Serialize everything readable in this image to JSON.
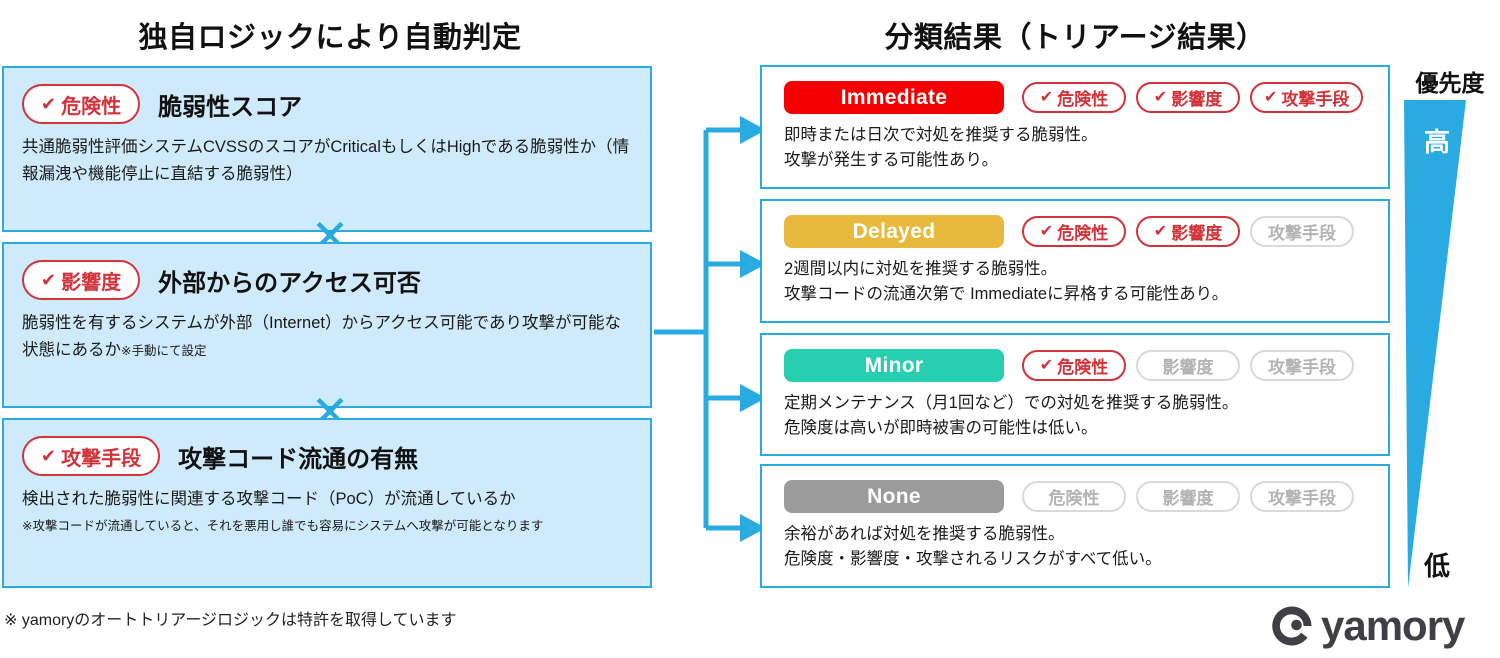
{
  "headings": {
    "left": "独自ロジックにより自動判定",
    "right": "分類結果（トリアージ結果）"
  },
  "criteria": [
    {
      "badge_label": "危険性",
      "badge_check": "✔",
      "name": "脆弱性スコア",
      "description": "共通脆弱性評価システムCVSSのスコアがCriticalもしくはHighである脆弱性か（情報漏洩や機能停止に直結する脆弱性）",
      "subnote": ""
    },
    {
      "badge_label": "影響度",
      "badge_check": "✔",
      "name": "外部からのアクセス可否",
      "description": "脆弱性を有するシステムが外部（Internet）からアクセス可能であり攻撃が可能な状態にあるか",
      "inline_note": "※手動にて設定",
      "subnote": ""
    },
    {
      "badge_label": "攻撃手段",
      "badge_check": "✔",
      "name": "攻撃コード流通の有無",
      "description": "検出された脆弱性に関連する攻撃コード（PoC）が流通しているか",
      "subnote": "※攻撃コードが流通していると、それを悪用し誰でも容易にシステムへ攻撃が可能となります"
    }
  ],
  "operators": [
    "✕",
    "✕"
  ],
  "footnote": "※ yamoryのオートトリアージロジックは特許を取得しています",
  "results": [
    {
      "severity": "Immediate",
      "severity_color": "#f40000",
      "tags": [
        {
          "label": "危険性",
          "check": "✔",
          "active": true
        },
        {
          "label": "影響度",
          "check": "✔",
          "active": true
        },
        {
          "label": "攻撃手段",
          "check": "✔",
          "active": true
        }
      ],
      "description_line1": "即時または日次で対処を推奨する脆弱性。",
      "description_line2": "攻撃が発生する可能性あり。"
    },
    {
      "severity": "Delayed",
      "severity_color": "#e8b93c",
      "tags": [
        {
          "label": "危険性",
          "check": "✔",
          "active": true
        },
        {
          "label": "影響度",
          "check": "✔",
          "active": true
        },
        {
          "label": "攻撃手段",
          "check": "",
          "active": false
        }
      ],
      "description_line1": "2週間以内に対処を推奨する脆弱性。",
      "description_line2": "攻撃コードの流通次第で Immediateに昇格する可能性あり。"
    },
    {
      "severity": "Minor",
      "severity_color": "#25cfb0",
      "tags": [
        {
          "label": "危険性",
          "check": "✔",
          "active": true
        },
        {
          "label": "影響度",
          "check": "",
          "active": false
        },
        {
          "label": "攻撃手段",
          "check": "",
          "active": false
        }
      ],
      "description_line1": "定期メンテナンス（月1回など）での対処を推奨する脆弱性。",
      "description_line2": "危険度は高いが即時被害の可能性は低い。"
    },
    {
      "severity": "None",
      "severity_color": "#9b9b9b",
      "tags": [
        {
          "label": "危険性",
          "check": "",
          "active": false
        },
        {
          "label": "影響度",
          "check": "",
          "active": false
        },
        {
          "label": "攻撃手段",
          "check": "",
          "active": false
        }
      ],
      "description_line1": "余裕があれば対処を推奨する脆弱性。",
      "description_line2": "危険度・影響度・攻撃されるリスクがすべて低い。"
    }
  ],
  "priority": {
    "label": "優先度",
    "high": "高",
    "low": "低",
    "color": "#29abe2"
  },
  "brand": {
    "name": "yamory",
    "color": "#3f3f45"
  },
  "colors": {
    "accent_blue": "#29abe2",
    "box_fill_blue": "#cfeafb",
    "red": "#d1333a"
  }
}
